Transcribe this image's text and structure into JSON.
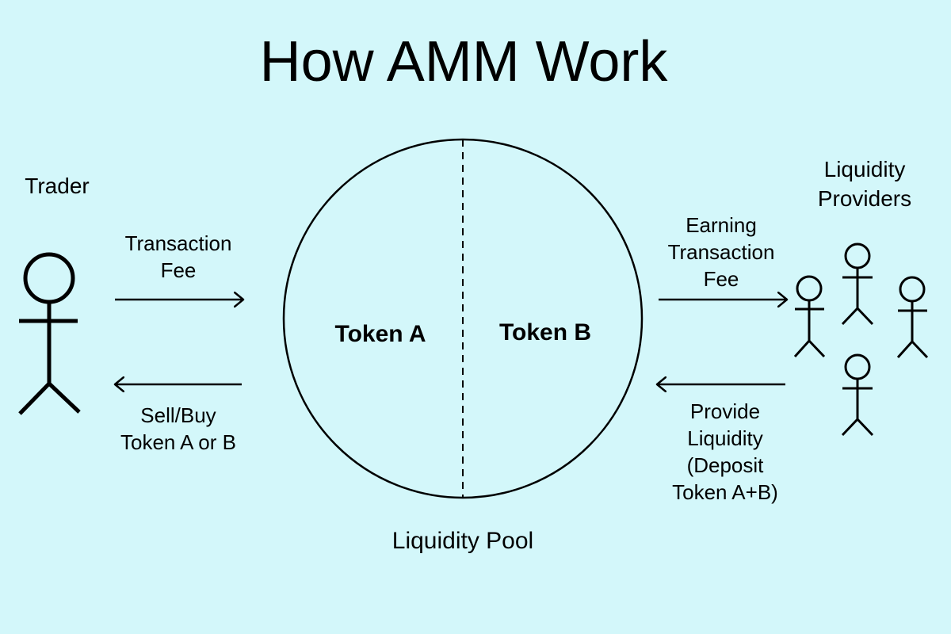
{
  "title": "How AMM Work",
  "trader": {
    "label": "Trader"
  },
  "liquidity_providers": {
    "label": "Liquidity\nProviders"
  },
  "flows": {
    "transaction_fee": "Transaction\nFee",
    "sell_buy": "Sell/Buy\nToken A or B",
    "earning_fee": "Earning\nTransaction\nFee",
    "provide_liquidity": "Provide\nLiquidity\n(Deposit\nToken A+B)"
  },
  "pool": {
    "token_a": "Token A",
    "token_b": "Token B",
    "name": "Liquidity Pool"
  },
  "colors": {
    "background": "#d3f7fa",
    "ink": "#000000"
  }
}
